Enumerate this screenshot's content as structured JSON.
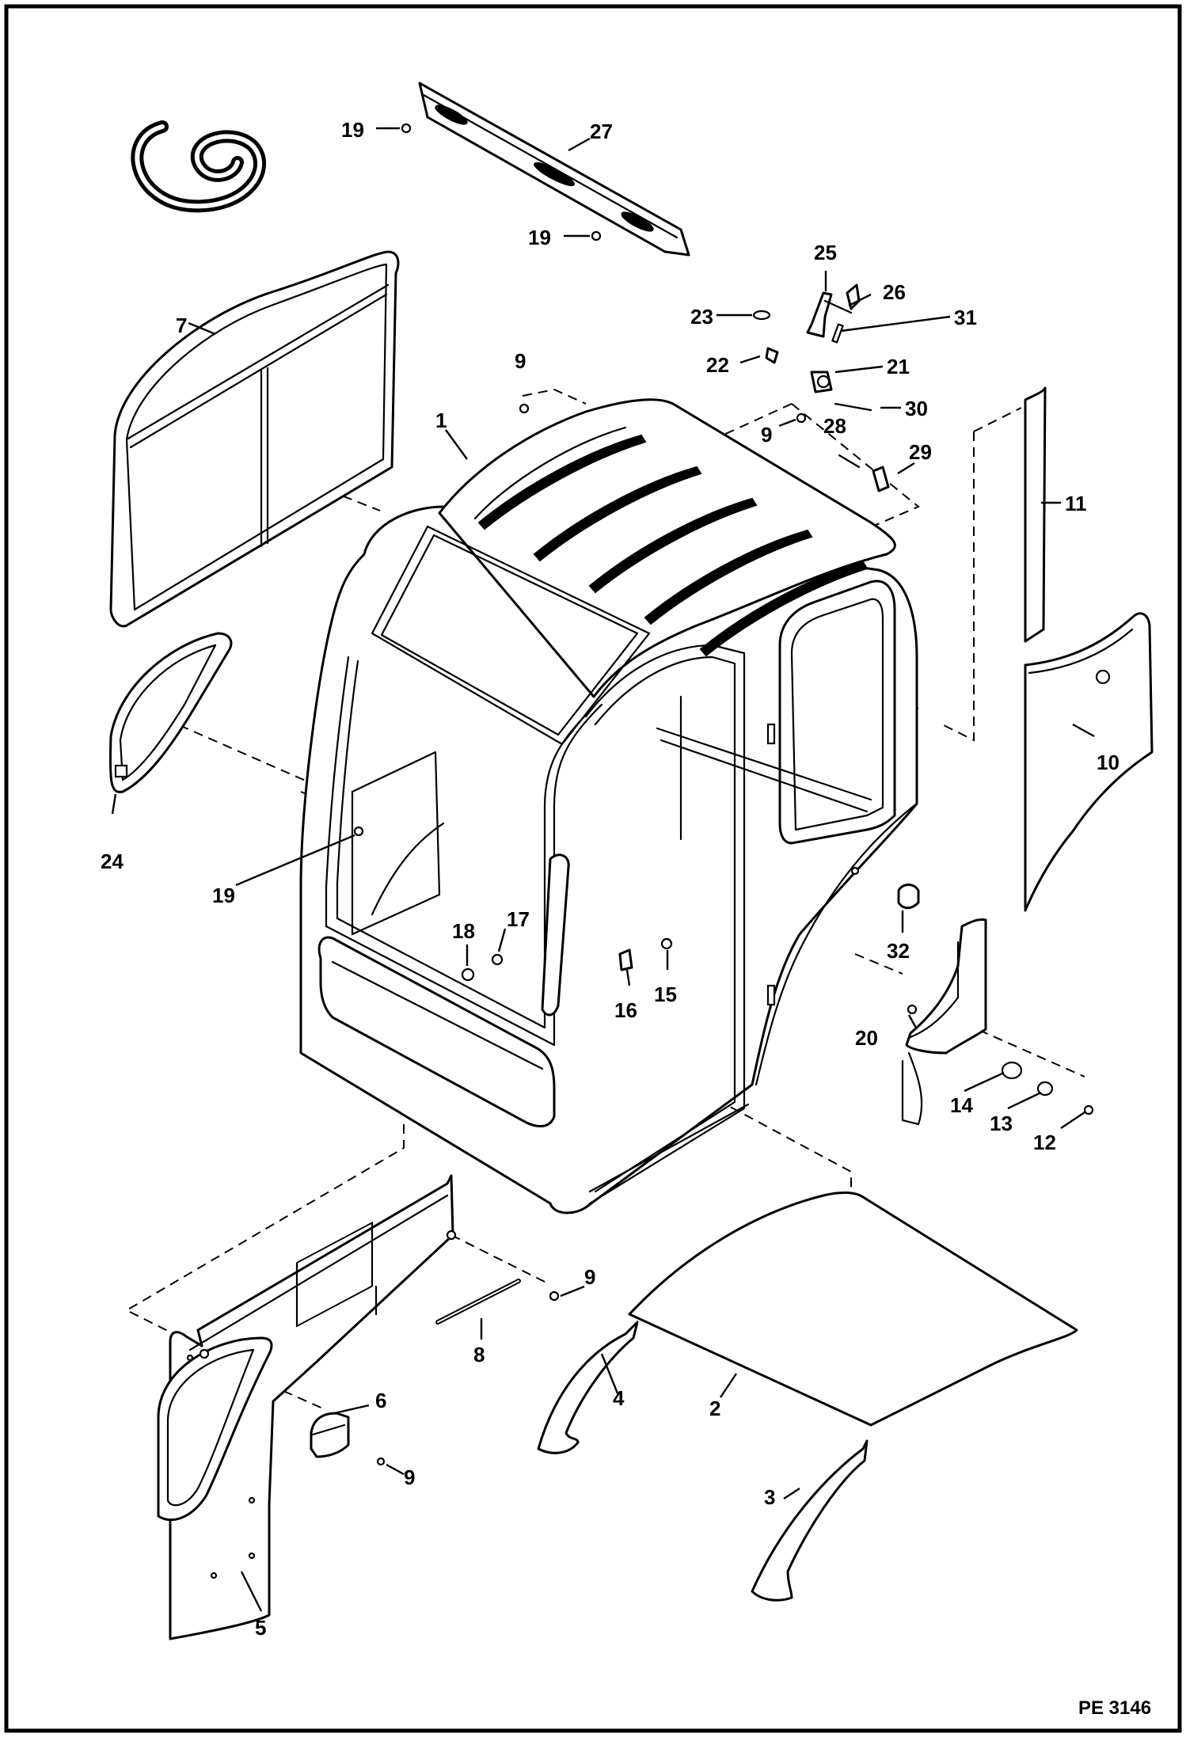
{
  "drawing": {
    "code": "PE 3146",
    "callouts": {
      "c1": "1",
      "c2": "2",
      "c3": "3",
      "c4": "4",
      "c5": "5",
      "c6": "6",
      "c7": "7",
      "c8": "8",
      "c9a": "9",
      "c9b": "9",
      "c9c": "9",
      "c9d": "9",
      "c10": "10",
      "c11": "11",
      "c12": "12",
      "c13": "13",
      "c14": "14",
      "c15": "15",
      "c16": "16",
      "c17": "17",
      "c18": "18",
      "c19a": "19",
      "c19b": "19",
      "c19c": "19",
      "c20": "20",
      "c21": "21",
      "c22": "22",
      "c23": "23",
      "c24": "24",
      "c25": "25",
      "c26": "26",
      "c27": "27",
      "c28": "28",
      "c29": "29",
      "c30": "30",
      "c31": "31",
      "c32": "32"
    }
  }
}
